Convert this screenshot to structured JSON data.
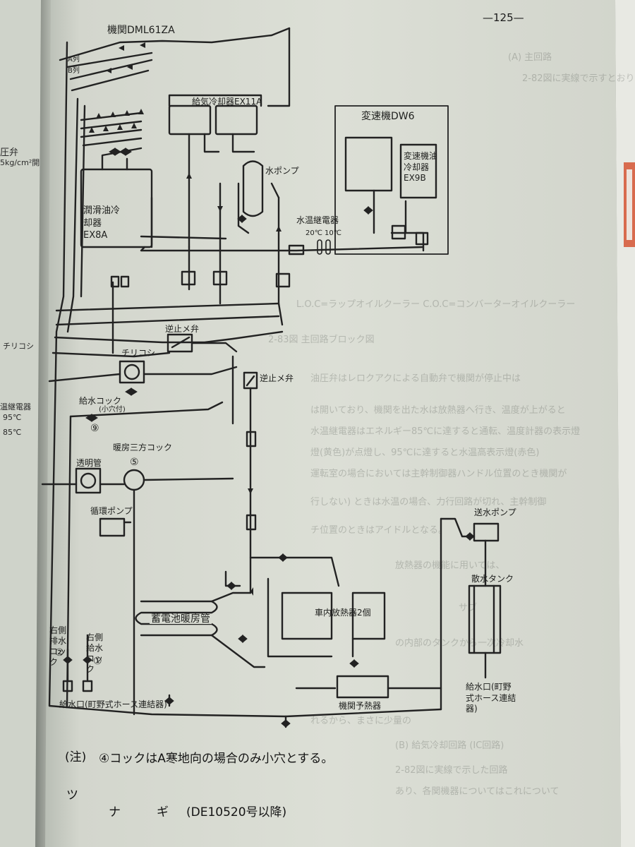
{
  "page": {
    "number": "—125—"
  },
  "diagram": {
    "labels": {
      "engine": "機関DML61ZA",
      "port_a": "A列",
      "port_b": "B列",
      "air_cooler": "給気冷却器EX11A",
      "water_pump": "水ポンプ",
      "lube_oil_cooler": "潤滑油冷却器EX8A",
      "transmission": "変速機DW6",
      "transmission_oil_cooler": "変速機油冷却器EX9B",
      "water_thermo": "水温継電器",
      "temp_20": "20℃",
      "temp_10": "10℃",
      "check_valve_1": "逆止メ弁",
      "check_valve_2": "逆止メ弁",
      "strainer": "チリコシ",
      "supply_cock": "給水コック",
      "supply_cock_note": "(小穴付)",
      "num_9": "⑨",
      "num_5": "⑤",
      "num_2": "②",
      "num_1": "①",
      "heating_3way_cock": "暖房三方コック",
      "sight_glass": "透明管",
      "circulating_pump": "循環ポンプ",
      "battery_heating_pipe": "蓄電池暖房管",
      "cabin_radiators": "車内放熱器2個",
      "engine_preheater": "機関予熱器",
      "feed_pump": "送水ポンプ",
      "spray_tank": "散水タンク",
      "supply_port_right": "給水口(町野式ホース連結器)",
      "right_drain_cock": "右側排水コック",
      "right_supply_cock": "右側給水コック",
      "supply_port_bottom": "給水口(町野式ホース連結器)"
    },
    "left_edge_text": {
      "pressure_valve": "圧弁",
      "pressure_value": "5kg/cm²開",
      "strainer": "チリコシ",
      "thermo_relay": "温継電器",
      "t95": "95℃",
      "t85": "85℃"
    }
  },
  "note": {
    "prefix": "(注)",
    "text": "④コックはA寒地向の場合のみ小穴とする。"
  },
  "caption": {
    "left": "ツ",
    "chars": [
      "ナ",
      "ギ"
    ],
    "model": "(DE10520号以降)"
  },
  "colors": {
    "paper": "#dcdfd6",
    "paper_shadow": "#c5c9c0",
    "ink": "#1e1f1d",
    "ghost_ink": "#6b7068",
    "bookmark": "#d86b4e"
  }
}
